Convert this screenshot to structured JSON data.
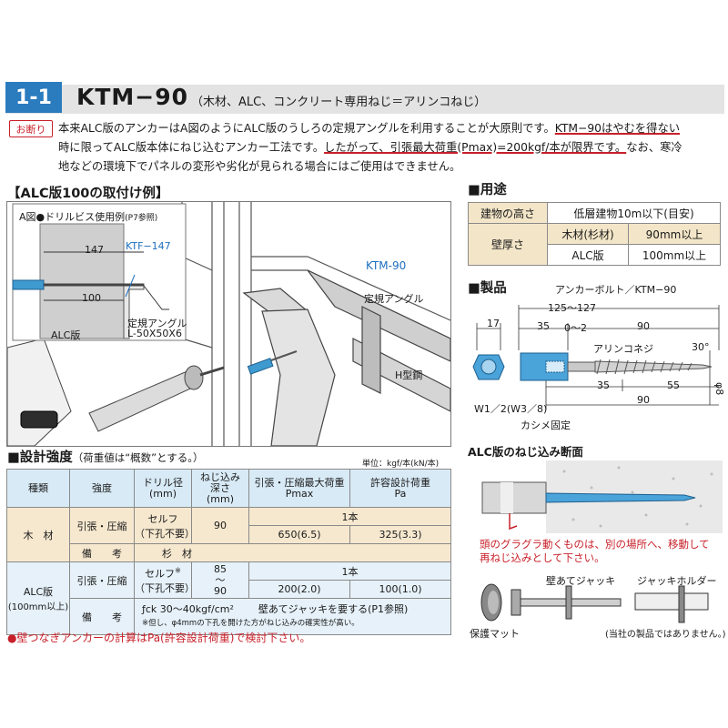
{
  "header": {
    "section_number": "1-1",
    "title": "KTM−90",
    "subtitle": "（木材、ALC、コンクリート専用ねじ＝アリンコねじ）"
  },
  "notice": {
    "badge": "お断り",
    "text_1": "本来ALC版のアンカーはA図のようにALC版のうしろの定規アングルを利用することが大原則です。",
    "text_2": "KTM−90はやむを得ない",
    "text_3": "時に限ってALC版本体にねじ込むアンカー工法です。",
    "text_4": "したがって、引張最大荷重(Pmax)=200kgf/本が限界です。",
    "text_5": "なお、寒冷",
    "text_6": "地などの環境下でパネルの変形や劣化が見られる場合にはご使用はできません。"
  },
  "install": {
    "heading": "【ALC版100の取付け例】",
    "inset_title": "A図●ドリルビス使用例",
    "inset_ref": "(P7参照)",
    "dim_147": "147",
    "label_ktf": "KTF−147",
    "dim_100": "100",
    "label_alc": "ALC版",
    "label_angle_1": "定規アングル",
    "label_angle_2": "L-50X50X6",
    "label_ktm": "KTM-90",
    "label_teiki": "定規アングル",
    "label_h": "H型鋼"
  },
  "usage": {
    "heading": "■用途",
    "row1_label": "建物の高さ",
    "row1_value": "低層建物10m以下(目安)",
    "row2_label": "壁厚さ",
    "row2a_material": "木材(杉材)",
    "row2a_value": "90mm以上",
    "row2b_material": "ALC版",
    "row2b_value": "100mm以上"
  },
  "product": {
    "heading": "■製品",
    "bolt_label": "アンカーボルト／KTM−90",
    "dim_overall": "125〜127",
    "dim_17": "17",
    "dim_35": "35",
    "dim_0_2": "0〜2",
    "dim_90": "90",
    "label_arinko": "アリンコネジ",
    "dim_30": "30°",
    "dim_35b": "35",
    "dim_55": "55",
    "dim_90b": "90",
    "dim_phi8": "φ8",
    "label_w": "W1／2(W3／8)",
    "label_kashime": "カシメ固定"
  },
  "section_view": {
    "heading": "ALC版のねじ込み断面",
    "warning_1": "頭のグラグラ動くものは、別の場所へ、移動して",
    "warning_2": "再ねじ込みとして下さい。",
    "label_jack": "壁あてジャッキ",
    "label_holder": "ジャッキホルダー",
    "label_mat": "保護マット",
    "note": "(当社の製品ではありません。)"
  },
  "design": {
    "heading": "■設計強度",
    "heading_note": "（荷重値は“概数”とする。）",
    "unit": "単位：kgf/本(kN/本)",
    "col_kind": "種類",
    "col_strength": "強度",
    "col_drill_1": "ドリル径",
    "col_drill_2": "(mm)",
    "col_depth_1": "ねじ込み",
    "col_depth_2": "深さ",
    "col_depth_3": "(mm)",
    "col_pmax_1": "引張・圧縮最大荷重",
    "col_pmax_2": "Pmax",
    "col_pa_1": "許容設計荷重",
    "col_pa_2": "Pa",
    "wood_kind": "木　材",
    "wood_strength": "引張・圧縮",
    "wood_drill_1": "セルフ",
    "wood_drill_2": "（下孔不要）",
    "wood_depth": "90",
    "wood_count": "1本",
    "wood_pmax": "650(6.5)",
    "wood_pa": "325(3.3)",
    "wood_note_label": "備　　考",
    "wood_note": "杉　材",
    "alc_kind_1": "ALC版",
    "alc_kind_2": "(100mm以上)",
    "alc_strength": "引張・圧縮",
    "alc_drill_1": "セルフ",
    "alc_drill_mark": "※",
    "alc_drill_2": "（下孔不要）",
    "alc_depth_1": "85",
    "alc_depth_2": "〜",
    "alc_depth_3": "90",
    "alc_count": "1本",
    "alc_pmax": "200(2.0)",
    "alc_pa": "100(1.0)",
    "alc_note_label": "備　　考",
    "alc_note_fck": "ƒck 30〜40kgf/cm²",
    "alc_note_jack": "壁あてジャッキを要する(P1参照)",
    "alc_footnote": "※但し、φ4mmの下孔を開けた方がねじ込みの確実性が高い。"
  },
  "bottom_note": "●壁つなぎアンカーの計算はPa(許容設計荷重)で検討下さい。"
}
